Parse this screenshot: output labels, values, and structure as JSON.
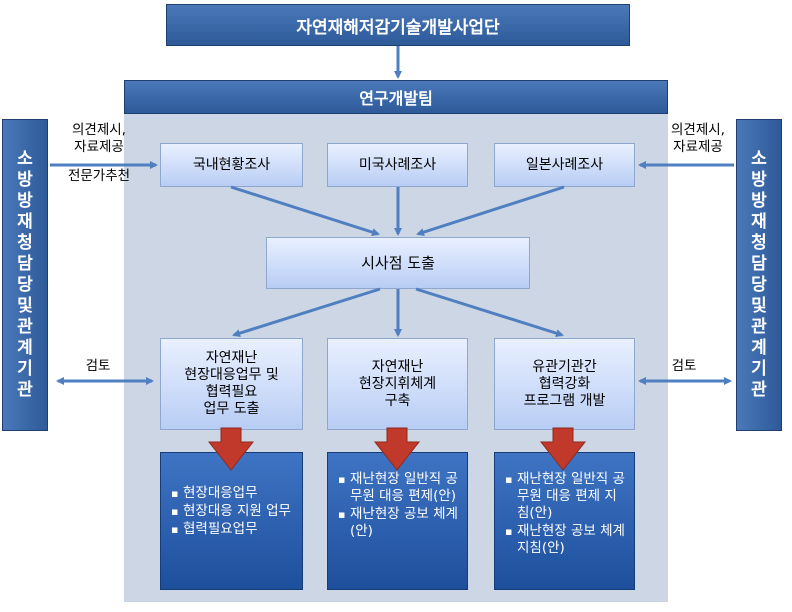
{
  "top_box": "자연재해저감기술개발사업단",
  "team_header": "연구개발팀",
  "left_agency": "소방방재청담당 및 관계기관",
  "right_agency": "소방방재청담당 및 관계기관",
  "left_notes": {
    "line1": "의견제시,",
    "line2": "자료제공",
    "line3": "전문가추천"
  },
  "right_notes": {
    "line1": "의견제시,",
    "line2": "자료제공"
  },
  "left_review": "검토",
  "right_review": "검토",
  "surveys": [
    "국내현황조사",
    "미국사례조사",
    "일본사례조사"
  ],
  "implications": "시사점 도출",
  "tasks": [
    {
      "line1": "자연재난",
      "line2": "현장대응업무 및",
      "line3": "협력필요",
      "line4": "업무 도출"
    },
    {
      "line1": "자연재난",
      "line2": "현장지휘체계",
      "line3": "구축"
    },
    {
      "line1": "유관기관간",
      "line2": "협력강화",
      "line3": "프로그램 개발"
    }
  ],
  "outputs": [
    [
      "현장대응업무",
      "현장대응 지원 업무",
      "협력필요업무"
    ],
    [
      "재난현장 일반직 공무원 대응 편제(안)",
      "재난현장 공보 체계(안)"
    ],
    [
      "재난현장 일반직 공무원 대응 편제 지침(안)",
      "재난현장 공보 체계 지침(안)"
    ]
  ],
  "colors": {
    "dark_blue": "#2e5a9a",
    "light_blue": "#b8cdf4",
    "panel": "#cdd6e5",
    "arrow_red": "#c0392b"
  }
}
